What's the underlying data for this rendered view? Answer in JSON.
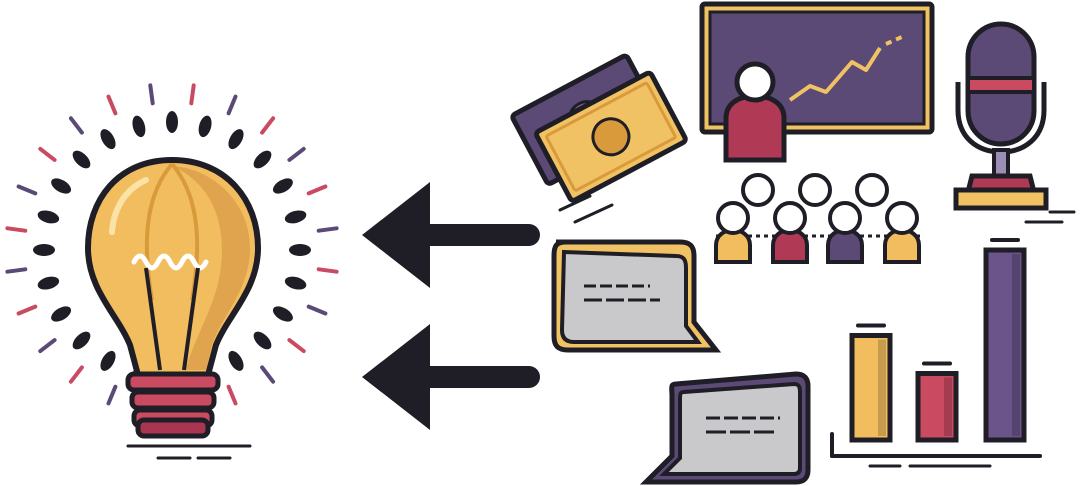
{
  "colors": {
    "outline": "#1f1d26",
    "bulb_yellow": "#f2bd5f",
    "bulb_shade": "#d99a3c",
    "socket_red": "#c94a61",
    "purple": "#5b4a76",
    "purple_light": "#7b68a0",
    "crimson": "#b03a55",
    "grey_bubble": "#c9c9cb",
    "bill_yellow": "#f0c264",
    "white": "#ffffff"
  },
  "icons": [
    "lightbulb-icon",
    "arrow-left-icon",
    "money-icon",
    "presentation-board-icon",
    "microphone-icon",
    "audience-icon",
    "chat-bubble-icon",
    "bar-chart-icon"
  ],
  "bar_chart": {
    "bars": [
      {
        "level": 0.55,
        "color": "#f2bd5f"
      },
      {
        "level": 0.35,
        "color": "#c94a61"
      },
      {
        "level": 1.0,
        "color": "#6a5489"
      }
    ]
  }
}
